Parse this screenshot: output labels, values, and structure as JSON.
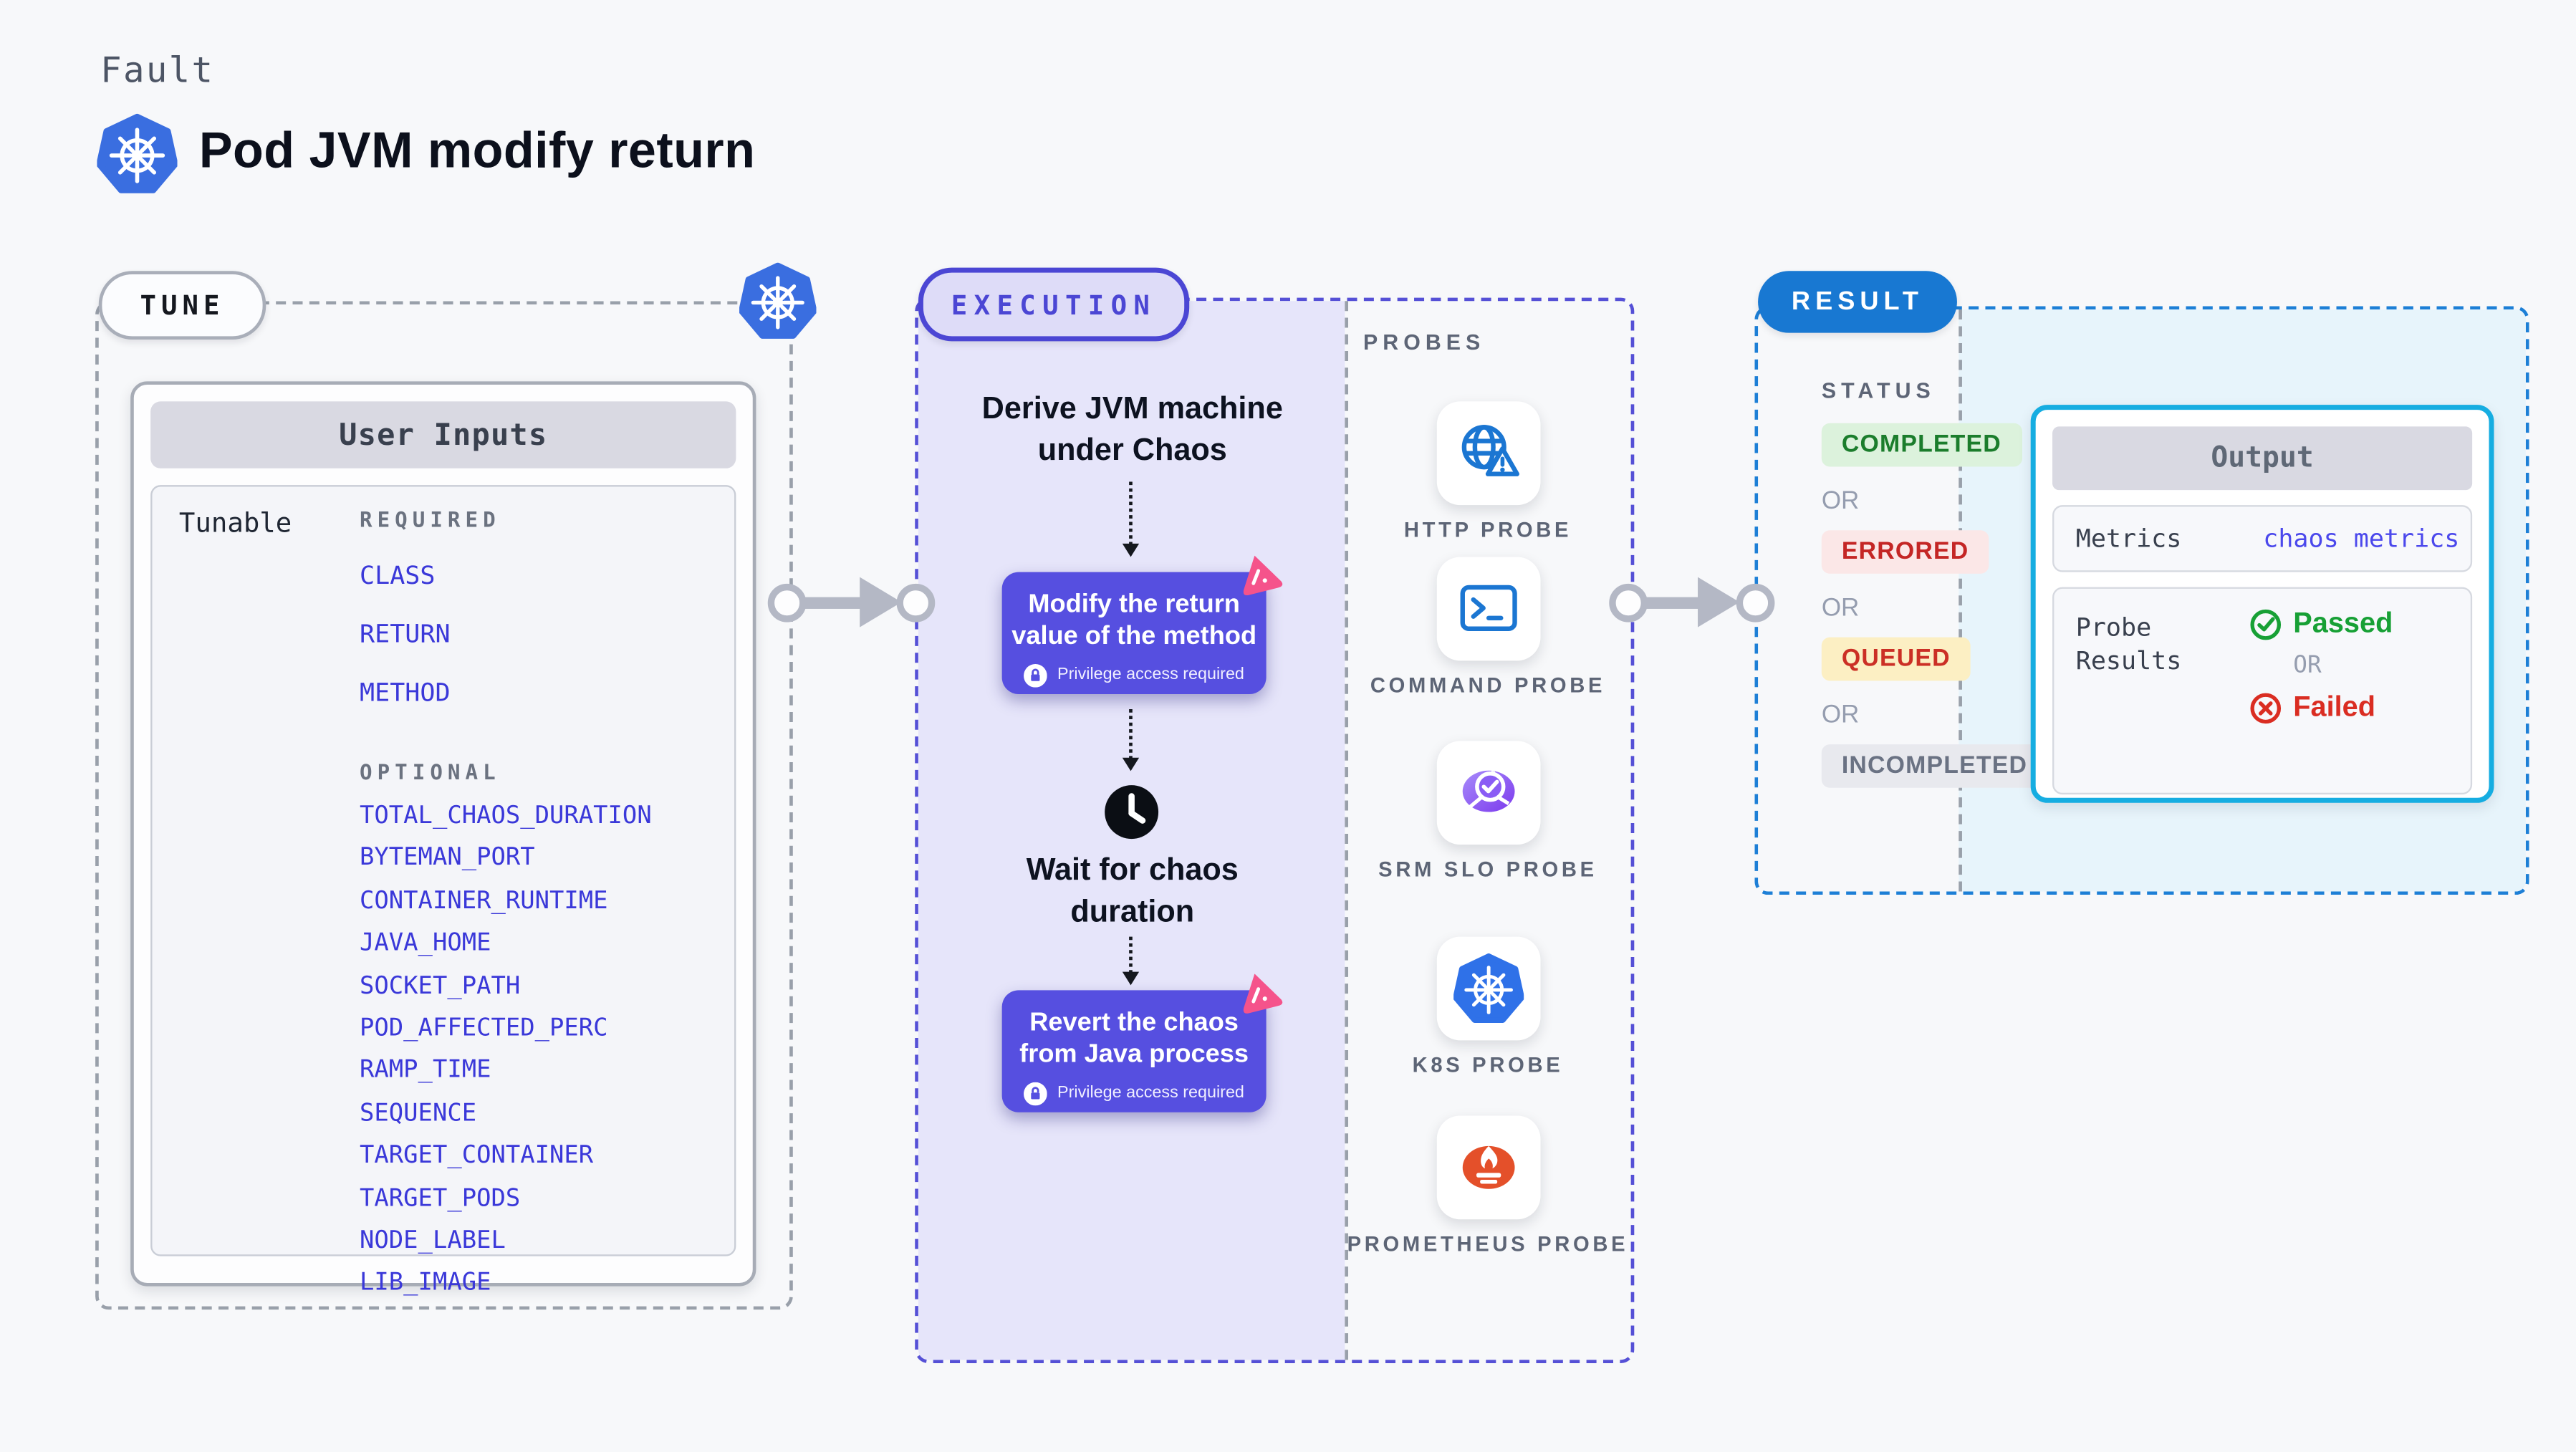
{
  "header": {
    "eyebrow": "Fault",
    "title": "Pod JVM modify return"
  },
  "tune": {
    "pill": "TUNE",
    "card_title": "User Inputs",
    "row_label": "Tunable",
    "required_label": "REQUIRED",
    "optional_label": "OPTIONAL",
    "required_items": [
      "CLASS",
      "RETURN",
      "METHOD"
    ],
    "optional_items": [
      "TOTAL_CHAOS_DURATION",
      "BYTEMAN_PORT",
      "CONTAINER_RUNTIME",
      "JAVA_HOME",
      "SOCKET_PATH",
      "POD_AFFECTED_PERC",
      "RAMP_TIME",
      "SEQUENCE",
      "TARGET_CONTAINER",
      "TARGET_PODS",
      "NODE_LABEL",
      "LIB_IMAGE"
    ]
  },
  "execution": {
    "pill": "EXECUTION",
    "derive_step": "Derive JVM machine under Chaos",
    "modify_step": "Modify the return value of the method",
    "wait_step": "Wait for chaos duration",
    "revert_step": "Revert the chaos from Java process",
    "privilege_note": "Privilege access required"
  },
  "probes": {
    "label": "PROBES",
    "items": [
      {
        "name": "HTTP PROBE",
        "icon": "globe-alert-icon"
      },
      {
        "name": "COMMAND PROBE",
        "icon": "terminal-icon"
      },
      {
        "name": "SRM SLO PROBE",
        "icon": "slo-gauge-icon"
      },
      {
        "name": "K8S PROBE",
        "icon": "kubernetes-icon"
      },
      {
        "name": "PROMETHEUS PROBE",
        "icon": "prometheus-flame-icon"
      }
    ]
  },
  "result": {
    "pill": "RESULT",
    "status_label": "STATUS",
    "or_label": "OR",
    "statuses": [
      {
        "label": "COMPLETED",
        "bg": "#dcf2dc",
        "fg": "#1b7d2c"
      },
      {
        "label": "ERRORED",
        "bg": "#fbe7e7",
        "fg": "#c42625"
      },
      {
        "label": "QUEUED",
        "bg": "#fcefc3",
        "fg": "#cb2f25"
      },
      {
        "label": "INCOMPLETED",
        "bg": "#e8e9ee",
        "fg": "#6a7283"
      }
    ],
    "output": {
      "title": "Output",
      "metrics_label": "Metrics",
      "metrics_value": "chaos metrics",
      "probe_results_label": "Probe Results",
      "passed_label": "Passed",
      "or_label": "OR",
      "failed_label": "Failed"
    }
  },
  "colors": {
    "page_bg": "#f7f8fa",
    "kubernetes_blue": "#3a6ee0",
    "execution_accent": "#4b46d4",
    "execution_fill": "#e6e5fa",
    "chaos_card": "#564fe0",
    "pink_badge": "#f5538b",
    "result_accent": "#1878d2",
    "result_fill": "#e7f4fb",
    "output_border": "#16ade1",
    "probe_icon_blue": "#1b76d2",
    "srm_purple": "#8a5cf5",
    "prometheus_orange": "#e4502a",
    "passed_green": "#17a035",
    "failed_red": "#da2d22",
    "dashed_gray": "#99a0aa"
  }
}
